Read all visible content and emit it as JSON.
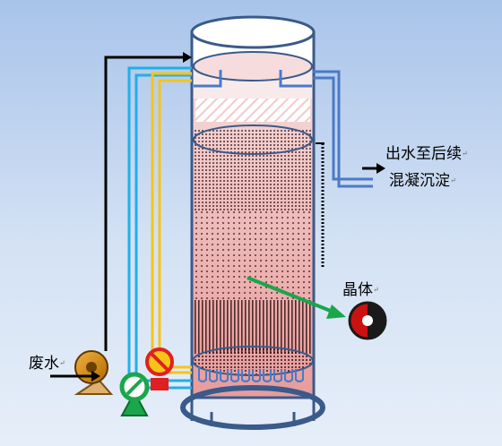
{
  "labels": {
    "outlet_line1": "出水至后续",
    "outlet_line2": "混凝沉淀",
    "crystal": "晶体",
    "wastewater": "废水"
  },
  "para_mark": "↵",
  "colors": {
    "background_top": "#a9c4ea",
    "vessel_outline": "#3a5a8a",
    "black_pipe": "#000000",
    "cyan_pipe": "#22aee8",
    "yellow_pipe": "#f5c518",
    "blue_pipe": "#4a7ac7",
    "arrow_green": "#1aa64a",
    "pump_orange": "#e08a10",
    "valve_red": "#e02020",
    "pump_green": "#1aa64a"
  },
  "icons": {
    "feed_pump": "pump-icon",
    "crystal": "crystal-ball-icon",
    "dosing_valve": "no-entry-valve-icon",
    "recirc_pump": "pump-icon"
  }
}
